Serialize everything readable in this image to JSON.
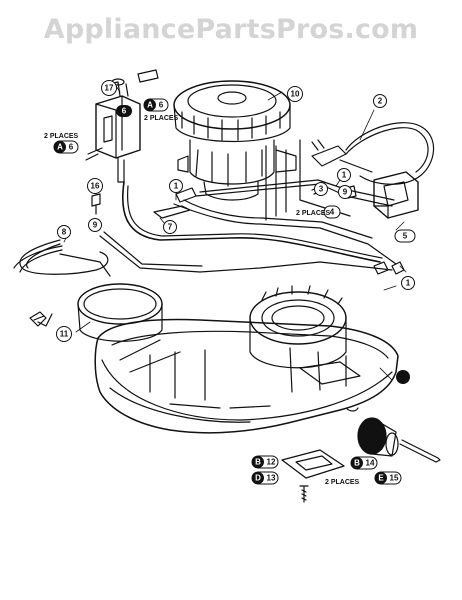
{
  "watermark": "AppliancePartsPros.com",
  "callouts": [
    {
      "id": "c1a",
      "label": "1"
    },
    {
      "id": "c1b",
      "label": "1"
    },
    {
      "id": "c1c",
      "label": "1"
    },
    {
      "id": "c2",
      "label": "2"
    },
    {
      "id": "c7",
      "label": "7"
    },
    {
      "id": "c8",
      "label": "8"
    },
    {
      "id": "c9",
      "label": "9"
    },
    {
      "id": "c10",
      "label": "10"
    },
    {
      "id": "c11",
      "label": "11"
    },
    {
      "id": "c16",
      "label": "16"
    },
    {
      "id": "c17",
      "label": "17"
    },
    {
      "id": "c3",
      "label": "3"
    },
    {
      "id": "c9b",
      "label": "9"
    }
  ],
  "tags": [
    {
      "id": "t6a",
      "letter": "A",
      "label": "6"
    },
    {
      "id": "t6b",
      "letter": "A",
      "label": "6"
    },
    {
      "id": "t5",
      "letter": "",
      "label": "5"
    },
    {
      "id": "t4",
      "letter": "",
      "label": "4"
    },
    {
      "id": "t6c",
      "letter": "",
      "label": "6"
    },
    {
      "id": "t12",
      "letter": "B",
      "label": "12"
    },
    {
      "id": "t13",
      "letter": "D",
      "label": "13"
    },
    {
      "id": "t14",
      "letter": "B",
      "label": "14"
    },
    {
      "id": "t15",
      "letter": "E",
      "label": "15"
    }
  ],
  "notes": {
    "two_places_1": "2 PLACES",
    "two_places_2": "2 PLACES",
    "two_places_3": "2 PLACES",
    "two_places_4": "2 PLACES"
  }
}
